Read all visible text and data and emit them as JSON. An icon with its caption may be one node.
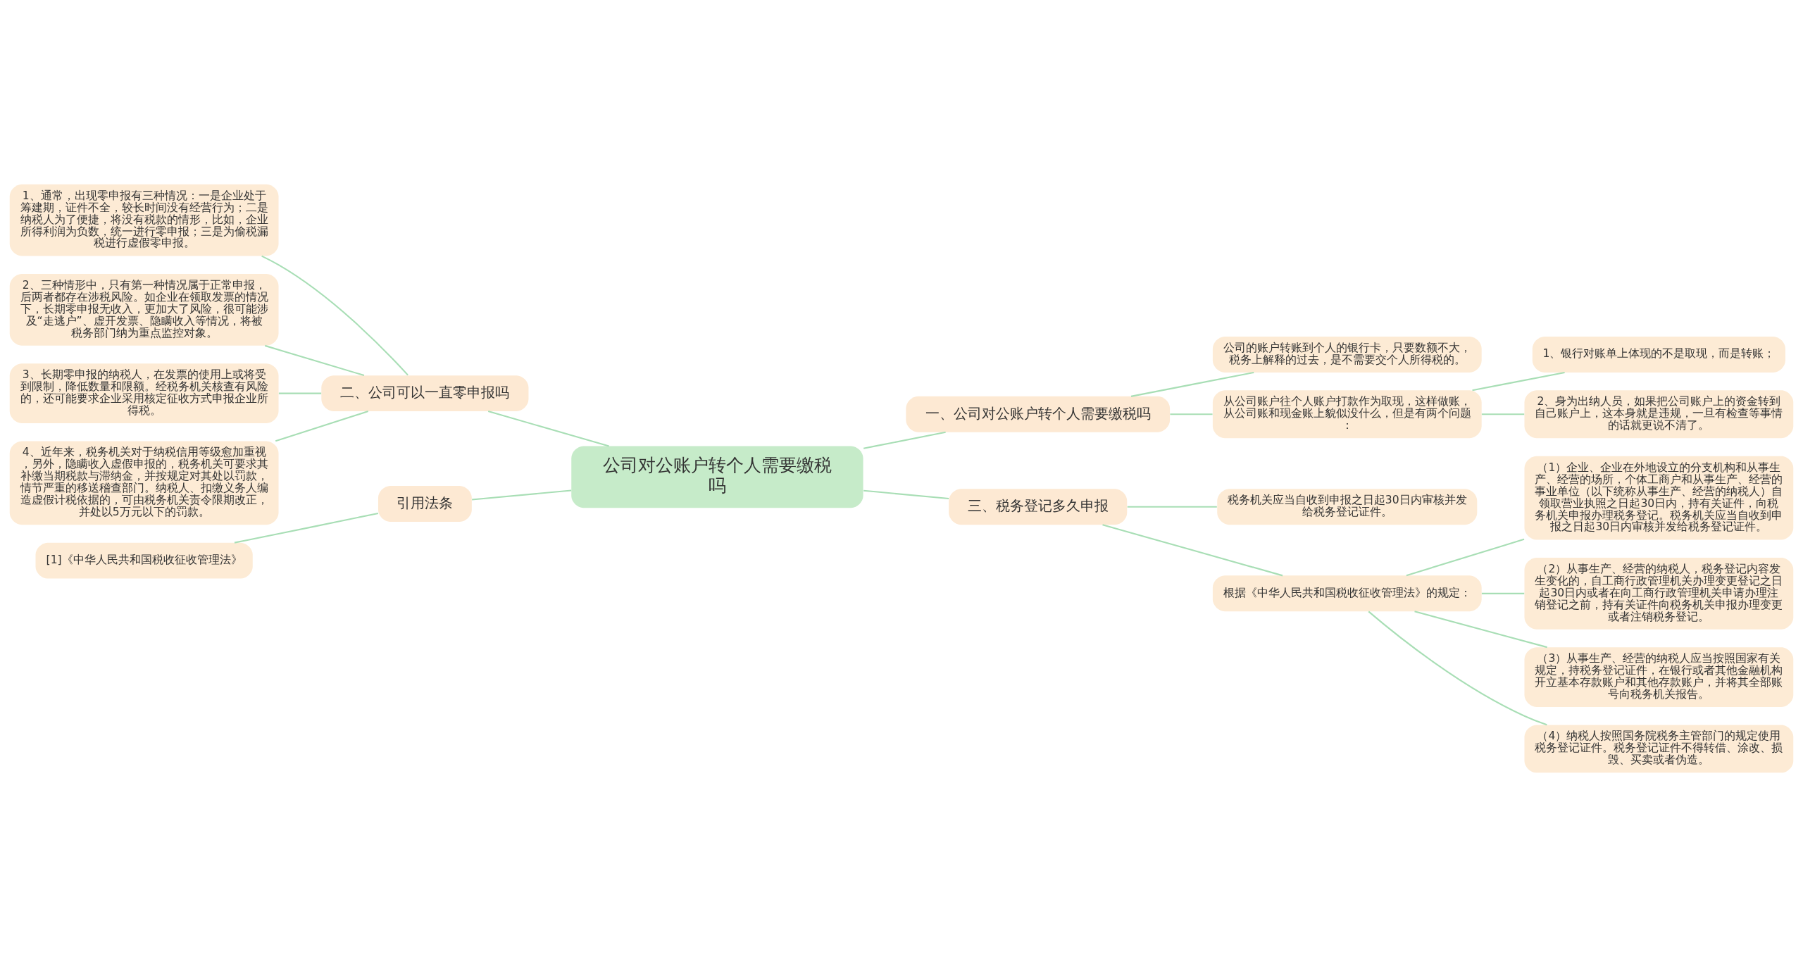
{
  "diagram": {
    "nodes": [
      {
        "text": [
          "公司对公账户转个人需要缴税吗"
        ]
      },
      {
        "text": [
          "一、公司对公账户转个人需要缴税吗"
        ]
      },
      {
        "text": [
          "公司的账户转账到个人的银行卡，只要数额不大，税务上解释的过去，是不需要交个人所得税的。"
        ]
      },
      {
        "text": [
          "从公司账户往个人账户打款作为取现，这样做账，从公司账和现金账上貌似没什么，但是有两个问题："
        ]
      },
      {
        "text": [
          "1、银行对账单上体现的不是取现，而是转账；"
        ]
      },
      {
        "text": [
          "2、身为出纳人员，如果把公司账户上的资金转到自己账户上，这本身就是违规，一旦有检查等事情的话就更说不清了。"
        ]
      },
      {
        "text": [
          "三、税务登记多久申报"
        ]
      },
      {
        "text": [
          "税务机关应当自收到申报之日起30日内审核并发给税务登记证件。"
        ]
      },
      {
        "text": [
          "根据《中华人民共和国税收征收管理法》的规定："
        ]
      },
      {
        "text": [
          "（1）企业、企业在外地设立的分支机构和从事生产、经营的场所，个体工商户和从事生产、经营的事业单位（以下统称从事生产、经营的纳税人）自领取营业执照之日起30日内，持有关证件，向税务机关申报办理税务登记。税务机关应当自收到申报之日起30日内审核并发给税务登记证件。"
        ]
      },
      {
        "text": [
          "（2）从事生产、经营的纳税人，税务登记内容发生变化的，自工商行政管理机关办理变更登记之日起30日内或者在向工商行政管理机关申请办理注销登记之前，持有关证件向税务机关申报办理变更或者注销税务登记。"
        ]
      },
      {
        "text": [
          "（3）从事生产、经营的纳税人应当按照国家有关规定，持税务登记证件，在银行或者其他金融机构开立基本存款账户和其他存款账户，并将其全部账号向税务机关报告。"
        ]
      },
      {
        "text": [
          "（4）纳税人按照国务院税务主管部门的规定使用税务登记证件。税务登记证件不得转借、涂改、损毁、买卖或者伪造。"
        ]
      },
      {
        "text": [
          "二、公司可以一直零申报吗"
        ]
      },
      {
        "text": [
          "1、通常，出现零申报有三种情况：一是企业处于筹建期，证件不全，较长时间没有经营行为；二是纳税人为了便捷，将没有税款的情形，比如，企业所得利润为负数，统一进行零申报；三是为偷税漏税进行虚假零申报。"
        ]
      },
      {
        "text": [
          "2、三种情形中，只有第一种情况属于正常申报，后两者都存在涉税风险。如企业在领取发票的情况下，长期零申报无收入，更加大了风险，很可能涉及“走逃户”、虚开发票、隐瞒收入等情况，将被税务部门纳为重点监控对象。"
        ]
      },
      {
        "text": [
          "3、长期零申报的纳税人，在发票的使用上或将受到限制，降低数量和限额。经税务机关核查有风险的，还可能要求企业采用核定征收方式申报企业所得税。"
        ]
      },
      {
        "text": [
          "4、近年来，税务机关对于纳税信用等级愈加重视，另外，隐瞒收入虚假申报的，税务机关可要求其补缴当期税款与滞纳金，并按规定对其处以罚款，情节严重的移送稽查部门。纳税人、扣缴义务人编造虚假计税依据的，可由税务机关责令限期改正，并处以5万元以下的罚款。"
        ]
      },
      {
        "text": [
          "引用法条"
        ]
      },
      {
        "text": [
          "[1]《中华人民共和国税收征收管理法》"
        ]
      }
    ],
    "edges": [
      {
        "from": 0,
        "to": 1,
        "arrow": "none"
      },
      {
        "from": 1,
        "to": 2,
        "arrow": "none"
      },
      {
        "from": 1,
        "to": 3,
        "arrow": "none"
      },
      {
        "from": 3,
        "to": 4,
        "arrow": "none"
      },
      {
        "from": 3,
        "to": 5,
        "arrow": "none"
      },
      {
        "from": 0,
        "to": 6,
        "arrow": "none"
      },
      {
        "from": 6,
        "to": 7,
        "arrow": "none"
      },
      {
        "from": 6,
        "to": 8,
        "arrow": "none"
      },
      {
        "from": 8,
        "to": 9,
        "arrow": "none"
      },
      {
        "from": 8,
        "to": 10,
        "arrow": "none"
      },
      {
        "from": 8,
        "to": 11,
        "arrow": "none"
      },
      {
        "from": 8,
        "to": 12,
        "arrow": "none"
      },
      {
        "from": 0,
        "to": 13,
        "arrow": "none"
      },
      {
        "from": 13,
        "to": 14,
        "arrow": "none"
      },
      {
        "from": 13,
        "to": 15,
        "arrow": "none"
      },
      {
        "from": 13,
        "to": 16,
        "arrow": "none"
      },
      {
        "from": 13,
        "to": 17,
        "arrow": "none"
      },
      {
        "from": 0,
        "to": 18,
        "arrow": "none"
      },
      {
        "from": 18,
        "to": 19,
        "arrow": "none"
      }
    ]
  }
}
